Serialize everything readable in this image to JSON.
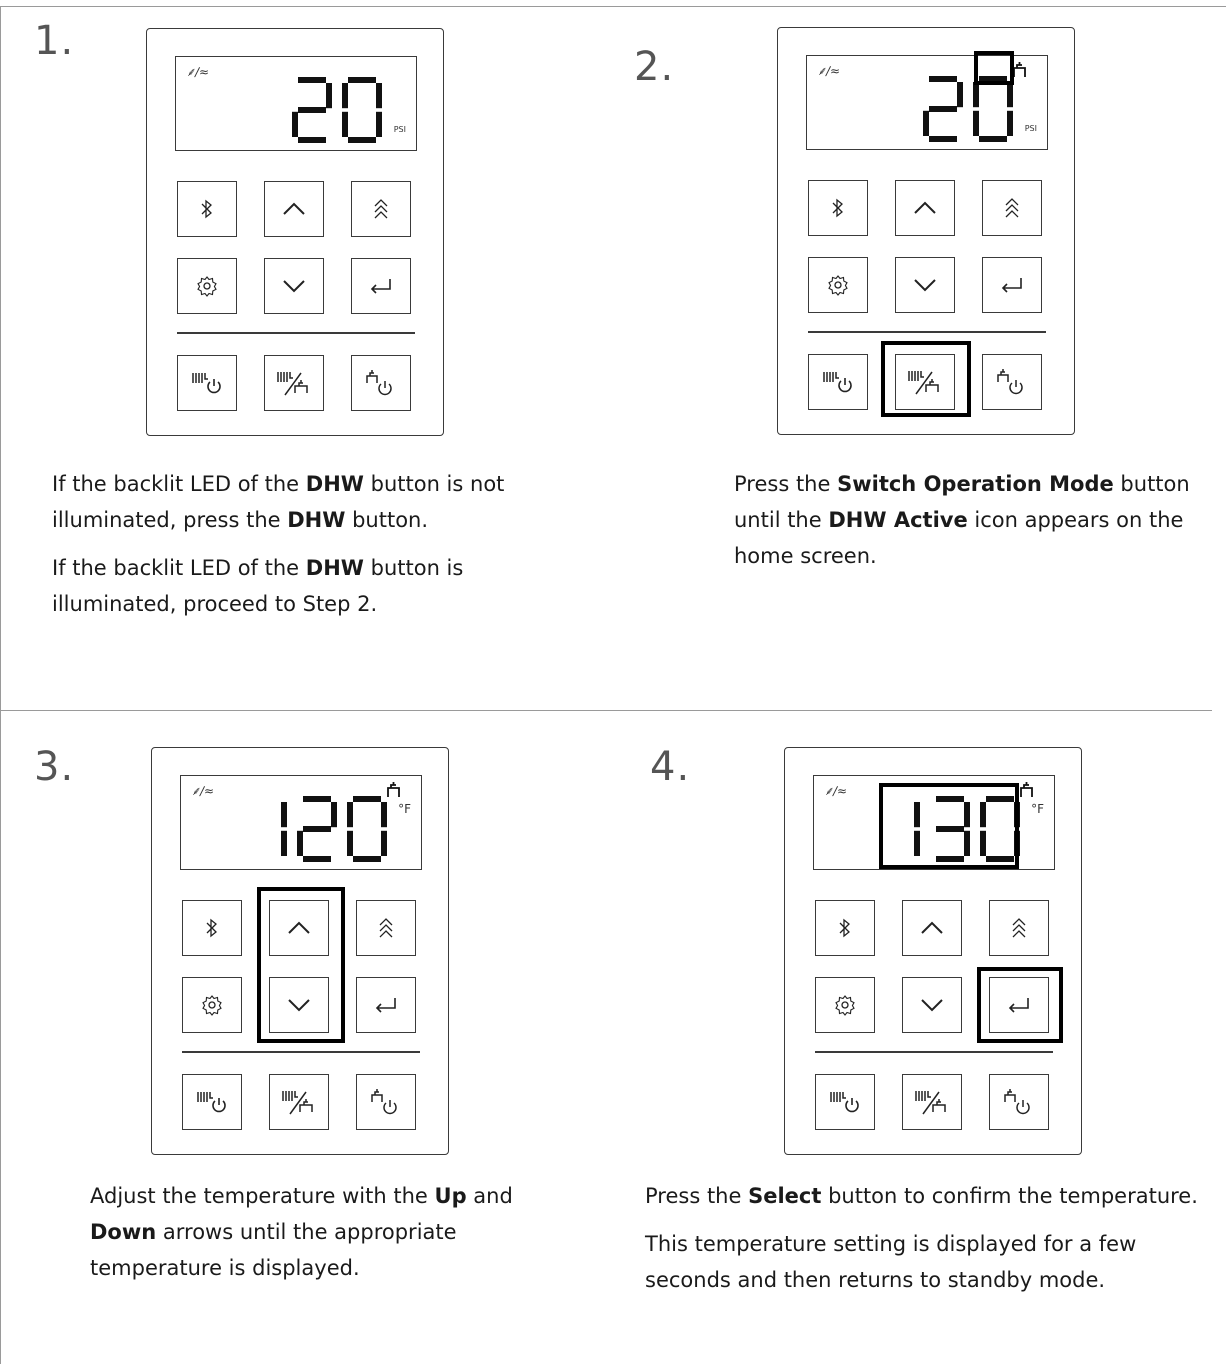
{
  "steps": [
    {
      "number": "1.",
      "display": {
        "value": "20",
        "unit": "PSI",
        "show_tap_icon": false
      },
      "caption": [
        [
          {
            "t": "If the backlit LED of the "
          },
          {
            "t": "DHW",
            "b": true
          },
          {
            "t": " button is not illuminated, press the "
          },
          {
            "t": "DHW",
            "b": true
          },
          {
            "t": " button."
          }
        ],
        [
          {
            "t": "If the backlit LED of the "
          },
          {
            "t": "DHW",
            "b": true
          },
          {
            "t": " button is illuminated, proceed to Step 2."
          }
        ]
      ]
    },
    {
      "number": "2.",
      "display": {
        "value": "20",
        "unit": "PSI",
        "show_tap_icon": true
      },
      "highlights": [
        "tap-indicator",
        "switch-mode-button"
      ],
      "caption": [
        [
          {
            "t": "Press the "
          },
          {
            "t": "Switch Operation Mode",
            "b": true
          },
          {
            "t": " button until the "
          },
          {
            "t": "DHW Active",
            "b": true
          },
          {
            "t": " icon appears on the home screen."
          }
        ]
      ]
    },
    {
      "number": "3.",
      "display": {
        "value": "120",
        "unit": "°F",
        "show_tap_icon": true
      },
      "highlights": [
        "up-down-buttons"
      ],
      "caption": [
        [
          {
            "t": "Adjust the temperature with the "
          },
          {
            "t": "Up",
            "b": true
          },
          {
            "t": " and "
          },
          {
            "t": "Down",
            "b": true
          },
          {
            "t": " arrows until the appropriate temperature is displayed."
          }
        ]
      ]
    },
    {
      "number": "4.",
      "display": {
        "value": "130",
        "unit": "°F",
        "show_tap_icon": true
      },
      "highlights": [
        "display-digits",
        "select-button"
      ],
      "caption": [
        [
          {
            "t": "Press the "
          },
          {
            "t": "Select",
            "b": true
          },
          {
            "t": " button to confirm the temperature."
          }
        ],
        [
          {
            "t": "This temperature setting is displayed for a few seconds and then returns to standby mode."
          }
        ]
      ]
    }
  ],
  "icons": {
    "bluetooth": "bluetooth-icon",
    "up": "chevron-up-icon",
    "fast_up": "double-chevron-up-icon",
    "settings": "gear-icon",
    "down": "chevron-down-icon",
    "select": "enter-arrow-icon",
    "heating_power": "radiator-power-icon",
    "switch_mode": "radiator-tap-switch-icon",
    "dhw_power": "tap-power-icon"
  },
  "colors": {
    "line": "#3a3a3a",
    "highlight": "#000000",
    "text": "#1a1a1a",
    "step_number": "#555555"
  }
}
